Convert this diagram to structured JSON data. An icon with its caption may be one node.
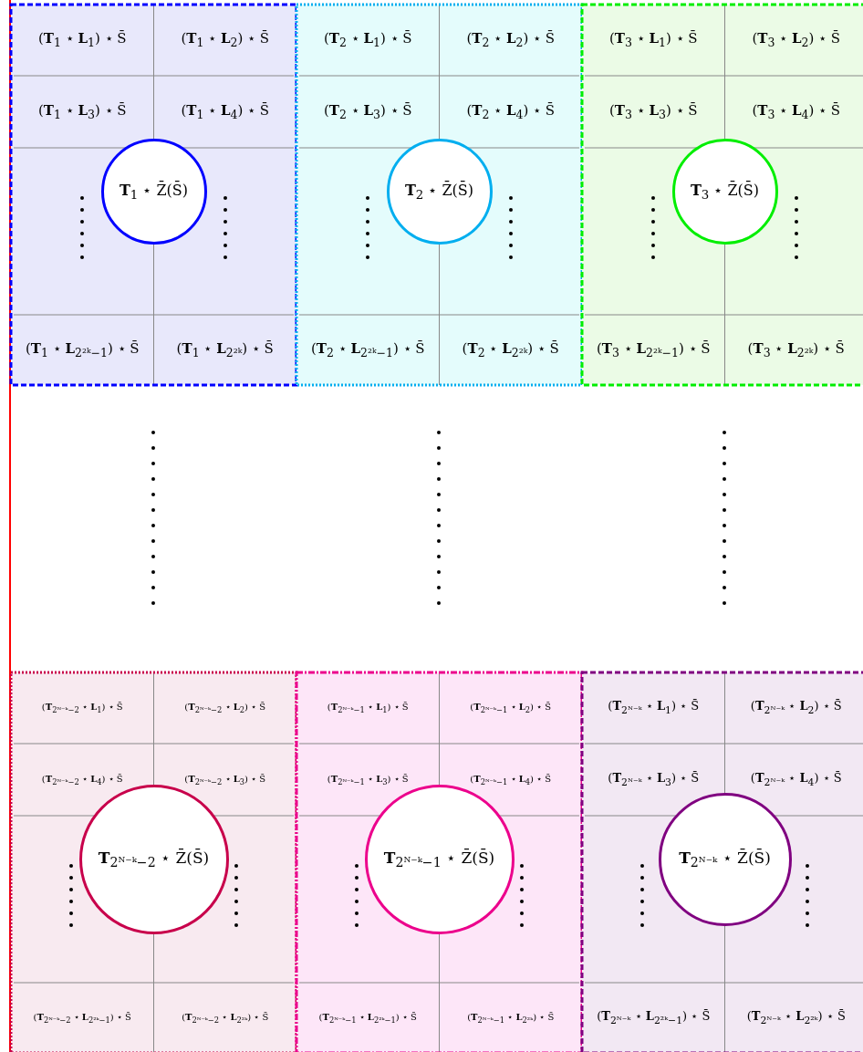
{
  "diagram": {
    "nodes": [
      {
        "text": [],
        "shape": "box"
      },
      {
        "text": [
          "(**T**$_{1}$ ⋆ **L**$_{1}$) ⋆ S̄"
        ],
        "in": 0
      },
      {
        "text": [
          "(**T**$_{1}$ ⋆ **L**$_{2}$) ⋆ S̄"
        ],
        "in": 0
      },
      {
        "text": [
          "(**T**$_{1}$ ⋆ **L**$_{3}$) ⋆ S̄"
        ],
        "in": 0
      },
      {
        "text": [
          "(**T**$_{1}$ ⋆ **L**$_{4}$) ⋆ S̄"
        ],
        "in": 0
      },
      {
        "text": [
          "**T**$_{1}$ ⋆ Z̄(S̄)"
        ],
        "in": 0
      },
      {
        "text": [
          "(**T**$_{1}$ ⋆ **L**$_{2²ᵏ−1}$) ⋆ S̄"
        ],
        "in": 0
      },
      {
        "text": [
          "(**T**$_{1}$ ⋆ **L**$_{2²ᵏ}$) ⋆ S̄"
        ],
        "in": 0
      },
      {
        "text": [],
        "shape": "box"
      },
      {
        "text": [
          "(**T**$_{2}$ ⋆ **L**$_{1}$) ⋆ S̄"
        ],
        "in": 8
      },
      {
        "text": [
          "(**T**$_{2}$ ⋆ **L**$_{2}$) ⋆ S̄"
        ],
        "in": 8
      },
      {
        "text": [
          "(**T**$_{2}$ ⋆ **L**$_{3}$) ⋆ S̄"
        ],
        "in": 8
      },
      {
        "text": [
          "(**T**$_{2}$ ⋆ **L**$_{4}$) ⋆ S̄"
        ],
        "in": 8
      },
      {
        "text": [
          "**T**$_{2}$ ⋆ Z̄(S̄)"
        ],
        "in": 8
      },
      {
        "text": [
          "(**T**$_{2}$ ⋆ **L**$_{2²ᵏ−1}$) ⋆ S̄"
        ],
        "in": 8
      },
      {
        "text": [
          "(**T**$_{2}$ ⋆ **L**$_{2²ᵏ}$) ⋆ S̄"
        ],
        "in": 8
      },
      {
        "text": [],
        "shape": "box"
      },
      {
        "text": [
          "(**T**$_{3}$ ⋆ **L**$_{1}$) ⋆ S̄"
        ],
        "in": 16
      },
      {
        "text": [
          "(**T**$_{3}$ ⋆ **L**$_{2}$) ⋆ S̄"
        ],
        "in": 16
      },
      {
        "text": [
          "(**T**$_{3}$ ⋆ **L**$_{3}$) ⋆ S̄"
        ],
        "in": 16
      },
      {
        "text": [
          "(**T**$_{3}$ ⋆ **L**$_{4}$) ⋆ S̄"
        ],
        "in": 16
      },
      {
        "text": [
          "**T**$_{3}$ ⋆ Z̄(S̄)"
        ],
        "in": 16
      },
      {
        "text": [
          "(**T**$_{3}$ ⋆ **L**$_{2²ᵏ−1}$) ⋆ S̄"
        ],
        "in": 16
      },
      {
        "text": [
          "(**T**$_{3}$ ⋆ **L**$_{2²ᵏ}$) ⋆ S̄"
        ],
        "in": 16
      },
      {
        "text": [],
        "shape": "box"
      },
      {
        "text": [
          "(**T**$_{2ᴺ⁻ᵏ−2}$ ⋆ **L**$_{1}$) ⋆ S̄"
        ],
        "in": 24
      },
      {
        "text": [
          "(**T**$_{2ᴺ⁻ᵏ−2}$ ⋆ **L**$_{2}$) ⋆ S̄"
        ],
        "in": 24
      },
      {
        "text": [
          "(**T**$_{2ᴺ⁻ᵏ−2}$ ⋆ **L**$_{4}$) ⋆ S̄"
        ],
        "in": 24
      },
      {
        "text": [
          "(**T**$_{2ᴺ⁻ᵏ−2}$ ⋆ **L**$_{3}$) ⋆ S̄"
        ],
        "in": 24
      },
      {
        "text": [
          "**T**$_{2ᴺ⁻ᵏ−2}$ ⋆ Z̄(S̄)"
        ],
        "in": 24
      },
      {
        "text": [
          "(**T**$_{2ᴺ⁻ᵏ−2}$ ⋆ **L**$_{2²ᵏ−1}$) ⋆ S̄"
        ],
        "in": 24
      },
      {
        "text": [
          "(**T**$_{2ᴺ⁻ᵏ−2}$ ⋆ **L**$_{2²ᵏ}$) ⋆ S̄"
        ],
        "in": 24
      },
      {
        "text": [],
        "shape": "box"
      },
      {
        "text": [
          "(**T**$_{2ᴺ⁻ᵏ−1}$ ⋆ **L**$_{1}$) ⋆ S̄"
        ],
        "in": 32
      },
      {
        "text": [
          "(**T**$_{2ᴺ⁻ᵏ−1}$ ⋆ **L**$_{2}$) ⋆ S̄"
        ],
        "in": 32
      },
      {
        "text": [
          "(**T**$_{2ᴺ⁻ᵏ−1}$ ⋆ **L**$_{3}$) ⋆ S̄"
        ],
        "in": 32
      },
      {
        "text": [
          "(**T**$_{2ᴺ⁻ᵏ−1}$ ⋆ **L**$_{4}$) ⋆ S̄"
        ],
        "in": 32
      },
      {
        "text": [
          "**T**$_{2ᴺ⁻ᵏ−1}$ ⋆ Z̄(S̄)"
        ],
        "in": 32
      },
      {
        "text": [
          "(**T**$_{2ᴺ⁻ᵏ−1}$ ⋆ **L**$_{2²ᵏ−1}$) ⋆ S̄"
        ],
        "in": 32
      },
      {
        "text": [
          "(**T**$_{2ᴺ⁻ᵏ−1}$ ⋆ **L**$_{2²ᵏ}$) ⋆ S̄"
        ],
        "in": 32
      },
      {
        "text": [],
        "shape": "box"
      },
      {
        "text": [
          "(**T**$_{2ᴺ⁻ᵏ}$ ⋆ **L**$_{1}$) ⋆ S̄"
        ],
        "in": 40
      },
      {
        "text": [
          "(**T**$_{2ᴺ⁻ᵏ}$ ⋆ **L**$_{2}$) ⋆ S̄"
        ],
        "in": 40
      },
      {
        "text": [
          "(**T**$_{2ᴺ⁻ᵏ}$ ⋆ **L**$_{3}$) ⋆ S̄"
        ],
        "in": 40
      },
      {
        "text": [
          "(**T**$_{2ᴺ⁻ᵏ}$ ⋆ **L**$_{4}$) ⋆ S̄"
        ],
        "in": 40
      },
      {
        "text": [
          "**T**$_{2ᴺ⁻ᵏ}$ ⋆ Z̄(S̄)"
        ],
        "in": 40
      },
      {
        "text": [
          "(**T**$_{2ᴺ⁻ᵏ}$ ⋆ **L**$_{2²ᵏ−1}$) ⋆ S̄"
        ],
        "in": 40
      },
      {
        "text": [
          "(**T**$_{2ᴺ⁻ᵏ}$ ⋆ **L**$_{2²ᵏ}$) ⋆ S̄"
        ],
        "in": 40
      }
    ]
  }
}
